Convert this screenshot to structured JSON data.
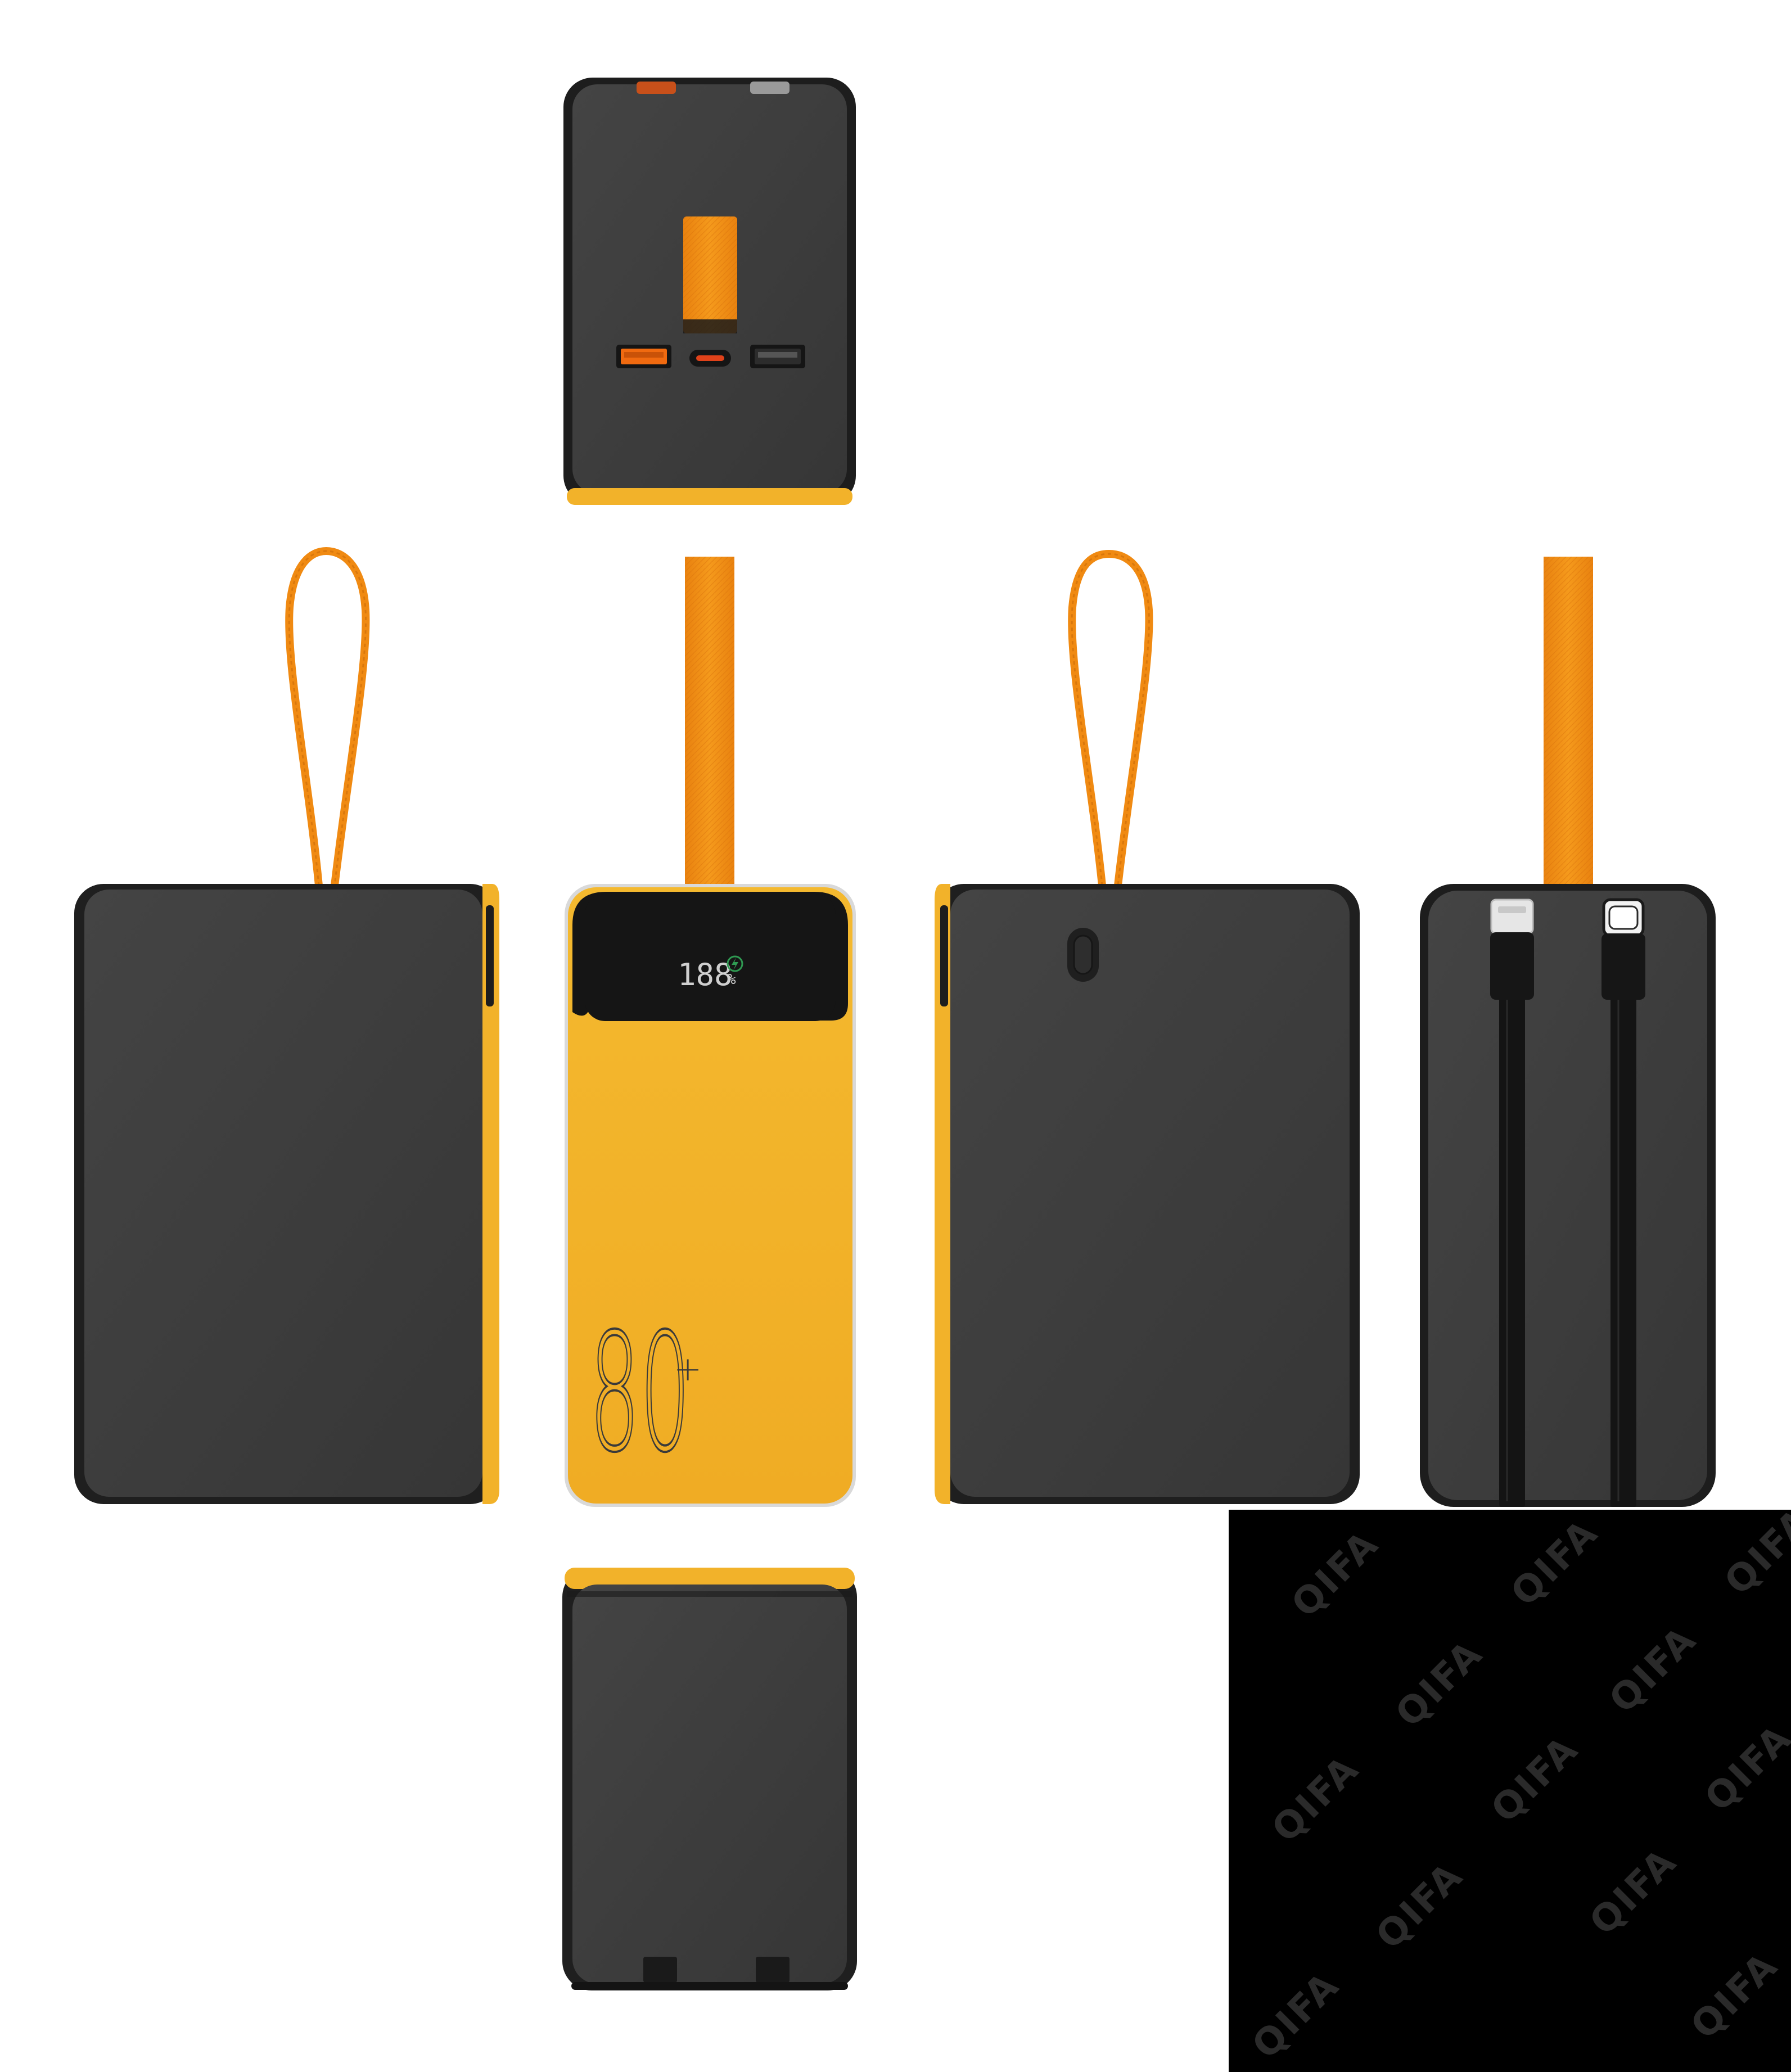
{
  "scene": {
    "background": "#ffffff",
    "colors": {
      "body_dark": "#3b3b3b",
      "body_edge": "#1f1f1f",
      "bezel": "#151515",
      "accent_yellow": "#f2b22a",
      "strap_orange": "#f08a12",
      "usb_port_orange": "#f06a10",
      "lcd_digits": "#cfcfcf",
      "lcd_icon_green": "#2f9a52",
      "watermark_panel": "#000000",
      "watermark_text": "#2a2a2a"
    }
  },
  "product_views": [
    {
      "name": "top-view",
      "description": "top end with three output ports and ribbon strap"
    },
    {
      "name": "left-side-view",
      "description": "side profile with cord loop"
    },
    {
      "name": "front-view",
      "description": "yellow front face with digital display"
    },
    {
      "name": "back-view",
      "description": "black back panel with power button"
    },
    {
      "name": "right-side-view",
      "description": "side with two built-in charging cables"
    },
    {
      "name": "bottom-view",
      "description": "bottom end cap"
    }
  ],
  "front_face": {
    "display_digits": "188",
    "display_unit": "%",
    "capacity_mark": "80",
    "capacity_plus": "+",
    "charging_icon": "lightning-bolt-icon"
  },
  "top_ports": [
    "usb-a-port-icon",
    "usb-c-port-icon",
    "usb-a-port-icon"
  ],
  "built_in_cables": [
    "lightning-connector-icon",
    "usb-c-connector-icon"
  ],
  "watermark": {
    "text": "QIFA"
  }
}
